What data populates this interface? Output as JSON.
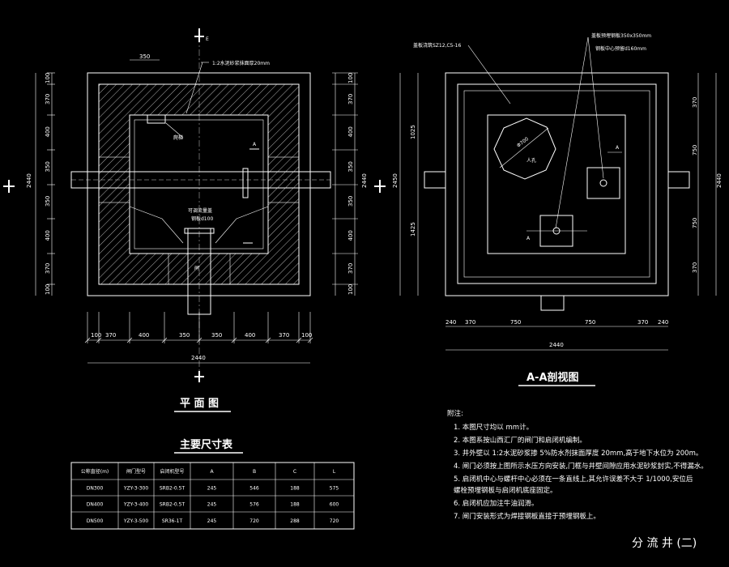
{
  "plan": {
    "title": "平 面 图",
    "section_mark_top": "E",
    "labels": {
      "mortar_note": "1:2水泥砂浆抹面厚20mm",
      "ladder": "爬梯",
      "cover": "可调流量盖",
      "pipe": "钢板d100",
      "a_mark": "A"
    },
    "dims_bottom": [
      "100",
      "370",
      "400",
      "350",
      "350",
      "400",
      "370",
      "100"
    ],
    "dim_total": "2440",
    "dim_top": "350",
    "dims_left": [
      "100",
      "370",
      "400",
      "350",
      "350",
      "400",
      "370",
      "100"
    ],
    "dims_right": [
      "100",
      "370",
      "400",
      "350",
      "350",
      "400",
      "370",
      "100"
    ],
    "dim_side_total": "2440",
    "gate_label": "闸"
  },
  "section": {
    "title": "A-A剖视图",
    "labels": {
      "top_left": "盖板浇筑SZ12,C5-16",
      "top_right": "盖板预埋钢板350x350mm",
      "top_right2": "钢板中心预留d160mm",
      "manhole": "人孔",
      "diameter": "Φ700",
      "a_mark": "A"
    },
    "dims_bottom": [
      "240",
      "370",
      "750",
      "750",
      "370",
      "240"
    ],
    "dim_total": "2440",
    "dims_left": [
      "1025",
      "1425"
    ],
    "dim_left_total": "2450",
    "dims_right": [
      "370",
      "750",
      "750",
      "370"
    ],
    "dim_right_total": "2440"
  },
  "table": {
    "title": "主要尺寸表",
    "headers": [
      "公称直径(m)",
      "闸门型号",
      "启闭机型号",
      "A",
      "B",
      "C",
      "L"
    ],
    "rows": [
      [
        "DN300",
        "YZY-3-300",
        "SRB2-0.5T",
        "245",
        "546",
        "188",
        "575"
      ],
      [
        "DN400",
        "YZY-3-400",
        "SRB2-0.5T",
        "245",
        "576",
        "188",
        "600"
      ],
      [
        "DN500",
        "YZY-3-500",
        "SR36-1T",
        "245",
        "720",
        "288",
        "720"
      ]
    ]
  },
  "notes": {
    "heading": "附注:",
    "items": [
      "1. 本图尺寸均以 mm计。",
      "2. 本图系按山西汇厂的闸门和启闭机编制。",
      "3. 井外壁以 1:2水泥砂浆掺 5%防水剂抹面厚度 20mm,高于地下水位为 200m。",
      "4. 闸门必须按上图所示水压方向安装,门框与井壁间隙应用水泥砂浆封实,不得漏水。",
      "5. 启闭机中心与螺杆中心必须在一条直线上,其允许误差不大于 1/1000,安位后",
      "   螺栓预埋钢板与启闭机底座固定。",
      "6. 启闭机应加注牛油润滑。",
      "7. 闸门安装形式为焊接钢板直接于预埋钢板上。"
    ]
  },
  "drawing_title": "分 流 井 (二)",
  "colors": {
    "background": "#000000",
    "lines": "#ffffff"
  }
}
